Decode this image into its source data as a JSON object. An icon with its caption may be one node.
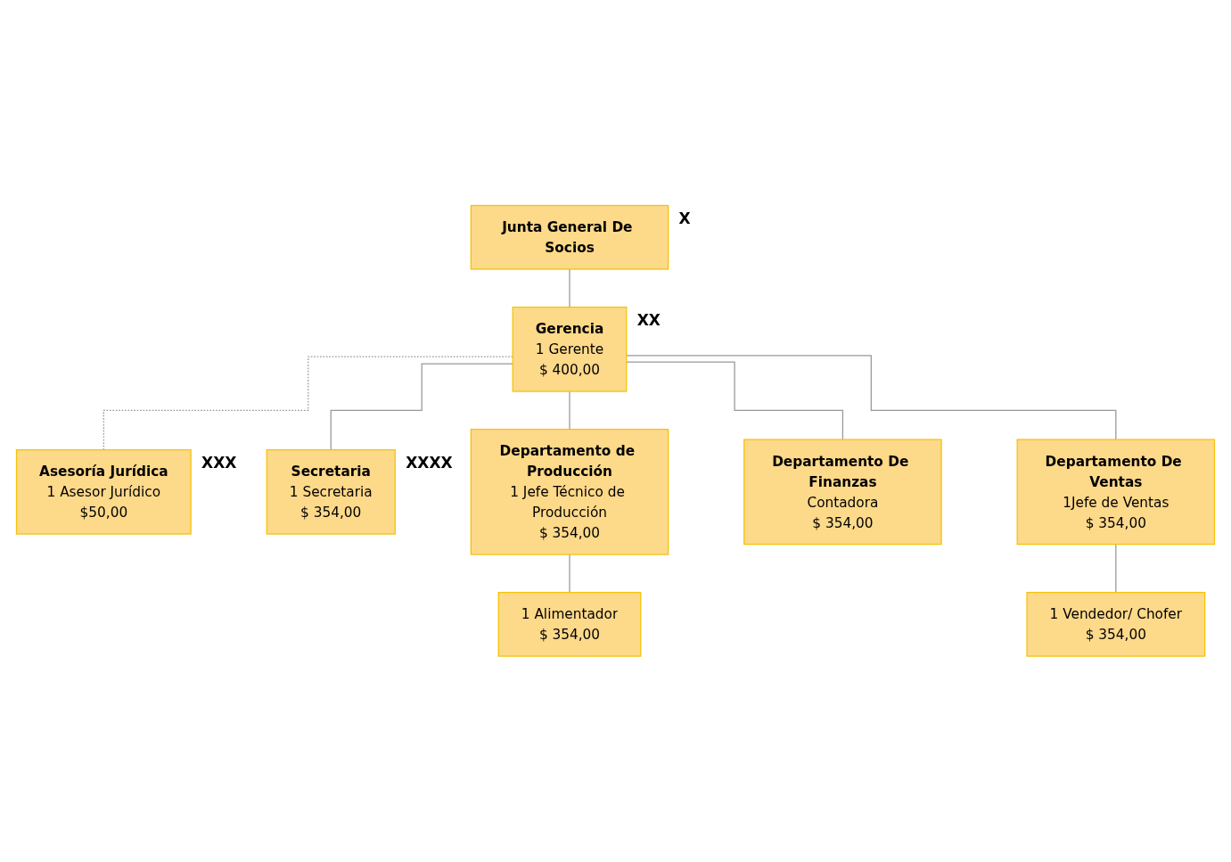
{
  "diagram": {
    "nodes": [
      {
        "text": [
          "Junta General De Socios"
        ],
        "beside": [
          "X"
        ]
      },
      {
        "text": [
          "Gerencia",
          "1 Gerente",
          "$ 400,00"
        ],
        "beside": [
          "XX"
        ]
      },
      {
        "text": [
          "Asesoría Jurídica",
          "1 Asesor Jurídico",
          "$50,00"
        ],
        "beside": [
          "XXX"
        ]
      },
      {
        "text": [
          "Secretaria",
          "1 Secretaria",
          "$ 354,00"
        ],
        "beside": [
          "XXXX"
        ]
      },
      {
        "text": [
          "Departamento de Producción",
          "1 Jefe Técnico de Producción",
          "$ 354,00"
        ]
      },
      {
        "text": [
          "Departamento De Finanzas",
          "Contadora",
          "$ 354,00"
        ]
      },
      {
        "text": [
          "Departamento De Ventas",
          "1Jefe de Ventas",
          "$ 354,00"
        ]
      },
      {
        "text": [
          "1 Alimentador",
          "$ 354,00"
        ]
      },
      {
        "text": [
          "1 Vendedor/ Chofer",
          "$ 354,00"
        ]
      }
    ],
    "edges": [
      {
        "from": 0,
        "to": 1,
        "arrow": "none"
      },
      {
        "from": 1,
        "to": 3,
        "arrow": "none"
      },
      {
        "from": 1,
        "to": 2,
        "arrow": "none",
        "style": "dashed"
      },
      {
        "from": 1,
        "to": 4,
        "arrow": "none"
      },
      {
        "from": 1,
        "to": 5,
        "arrow": "none"
      },
      {
        "from": 1,
        "to": 6,
        "arrow": "none"
      },
      {
        "from": 4,
        "to": 7,
        "arrow": "none"
      },
      {
        "from": 6,
        "to": 8,
        "arrow": "none"
      }
    ]
  }
}
